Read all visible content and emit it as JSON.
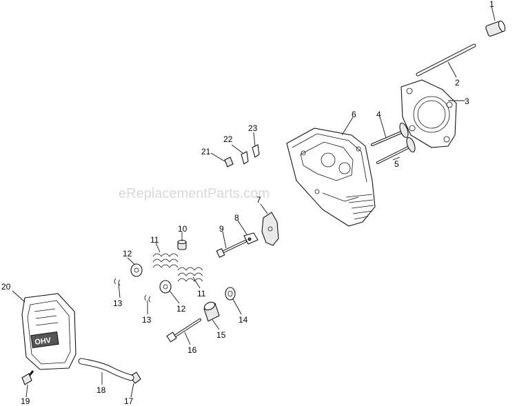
{
  "watermark": "eReplacementParts.com",
  "cover_stamp": "OHV",
  "callouts": [
    {
      "id": "c1",
      "text": "1"
    },
    {
      "id": "c2",
      "text": "2"
    },
    {
      "id": "c3",
      "text": "3"
    },
    {
      "id": "c4",
      "text": "4"
    },
    {
      "id": "c5",
      "text": "5"
    },
    {
      "id": "c6",
      "text": "6"
    },
    {
      "id": "c7",
      "text": "7"
    },
    {
      "id": "c8",
      "text": "8"
    },
    {
      "id": "c9",
      "text": "9"
    },
    {
      "id": "c10",
      "text": "10"
    },
    {
      "id": "c11a",
      "text": "11"
    },
    {
      "id": "c11b",
      "text": "11"
    },
    {
      "id": "c12a",
      "text": "12"
    },
    {
      "id": "c12b",
      "text": "12"
    },
    {
      "id": "c13a",
      "text": "13"
    },
    {
      "id": "c13b",
      "text": "13"
    },
    {
      "id": "c14",
      "text": "14"
    },
    {
      "id": "c15",
      "text": "15"
    },
    {
      "id": "c16",
      "text": "16"
    },
    {
      "id": "c17",
      "text": "17"
    },
    {
      "id": "c18",
      "text": "18"
    },
    {
      "id": "c19",
      "text": "19"
    },
    {
      "id": "c20",
      "text": "20"
    },
    {
      "id": "c21",
      "text": "21"
    },
    {
      "id": "c22",
      "text": "22"
    },
    {
      "id": "c23",
      "text": "23"
    }
  ]
}
